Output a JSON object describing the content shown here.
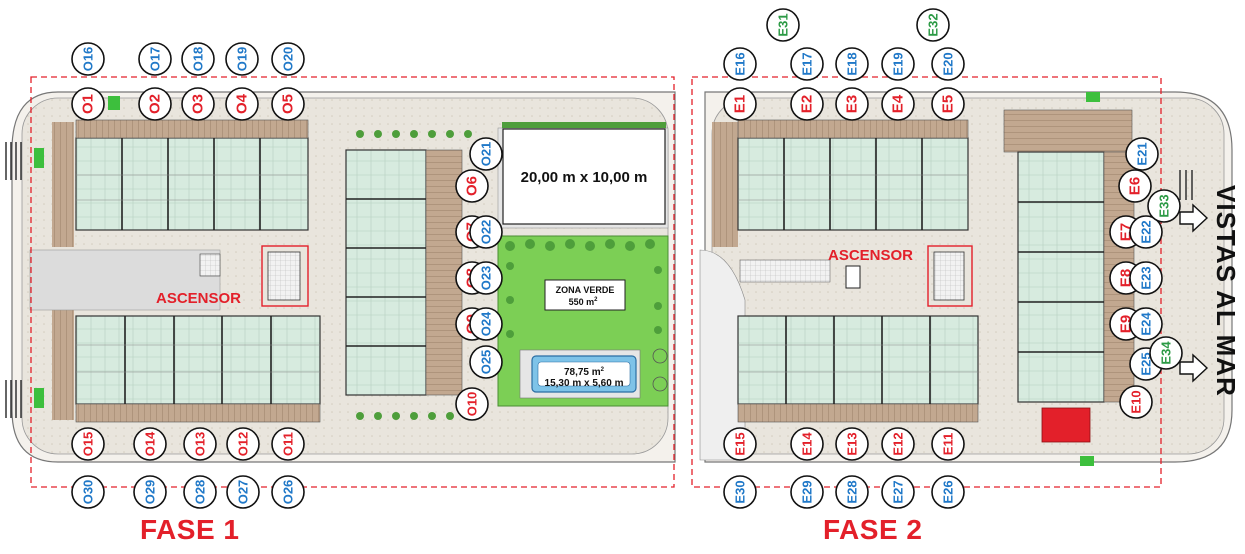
{
  "colors": {
    "red": "#e3202a",
    "blue": "#1f78c8",
    "green": "#2c9a45",
    "unit_fill": "#cfe6d8",
    "wood": "#b79a80",
    "pool": "#7ec3e8",
    "grass": "#7ccf55"
  },
  "phases": {
    "phase1": "FASE 1",
    "phase2": "FASE 2"
  },
  "view_label": "VISTAS AL MAR",
  "court_label": "20,00 m x 10,00 m",
  "green_zone": {
    "line1": "ZONA VERDE",
    "line2": "550 m",
    "sup": "2"
  },
  "pool": {
    "line1": "78,75 m",
    "sup": "2",
    "line2": "15,30 m x 5,60 m"
  },
  "elevator_label": "ASCENSOR",
  "labels": {
    "f1_top_red": [
      "O1",
      "O2",
      "O3",
      "O4",
      "O5"
    ],
    "f1_top_blue": [
      "O16",
      "O17",
      "O18",
      "O19",
      "O20"
    ],
    "f1_bot_red": [
      "O15",
      "O14",
      "O13",
      "O12",
      "O11"
    ],
    "f1_bot_blue": [
      "O30",
      "O29",
      "O28",
      "O27",
      "O26"
    ],
    "f1_mid_red": [
      "O6",
      "O7",
      "O8",
      "O9",
      "O10"
    ],
    "f1_mid_blue": [
      "O21",
      "O22",
      "O23",
      "O24",
      "O25"
    ],
    "f2_top_red": [
      "E1",
      "E2",
      "E3",
      "E4",
      "E5"
    ],
    "f2_top_blue": [
      "E16",
      "E17",
      "E18",
      "E19",
      "E20"
    ],
    "f2_top_green": [
      "E31",
      "E32"
    ],
    "f2_bot_red": [
      "E15",
      "E14",
      "E13",
      "E12",
      "E11"
    ],
    "f2_bot_blue": [
      "E30",
      "E29",
      "E28",
      "E27",
      "E26"
    ],
    "f2_right_red": [
      "E6",
      "E7",
      "E8",
      "E9",
      "E10"
    ],
    "f2_right_blue": [
      "E21",
      "E22",
      "E23",
      "E24",
      "E25"
    ],
    "f2_right_green": [
      "E33",
      "E34"
    ]
  }
}
